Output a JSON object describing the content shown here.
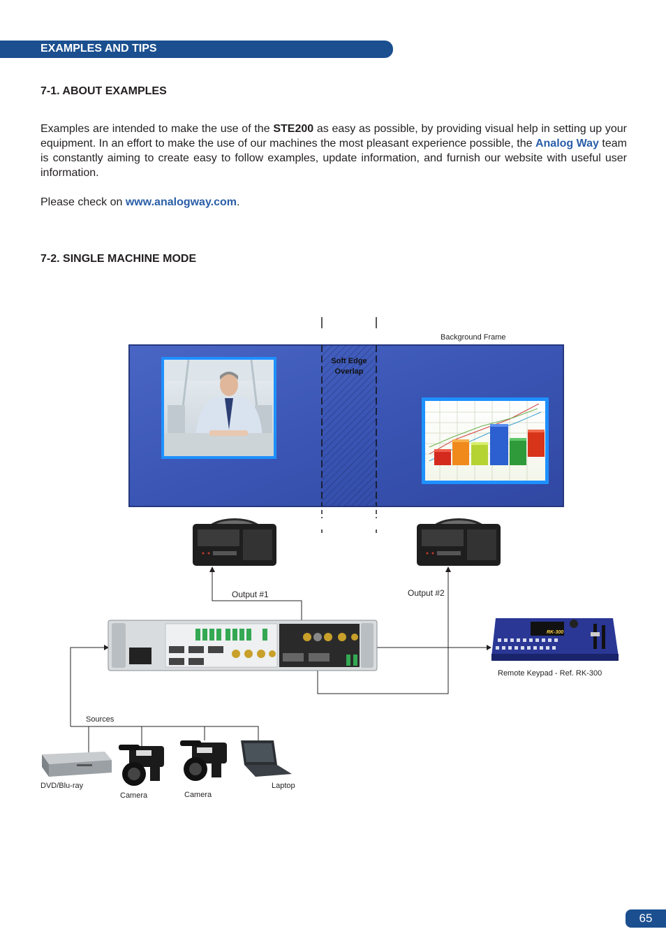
{
  "header": {
    "section_title": "EXAMPLES AND TIPS"
  },
  "section1": {
    "heading": "7-1. ABOUT EXAMPLES",
    "p1_a": "Examples are intended to make the use of the ",
    "p1_product": "STE200",
    "p1_b": " as easy as possible, by providing visual help in setting up your equipment. In an effort to make the use of our machines the most pleasant experience possible, the ",
    "p1_brand": "Analog Way",
    "p1_c": " team is constantly aiming to create easy to follow examples, update information, and furnish our website with useful user information.",
    "p2_a": "Please check on ",
    "p2_link": "www.analogway.com",
    "p2_b": "."
  },
  "section2": {
    "heading": "7-2. SINGLE MACHINE MODE"
  },
  "diagram": {
    "background_frame_label": "Background Frame",
    "overlap_label_1": "Soft Edge",
    "overlap_label_2": "Overlap",
    "output1_label": "Output #1",
    "output2_label": "Output #2",
    "keypad_label": "Remote Keypad - Ref. RK-300",
    "keypad_brand": "RK-300",
    "sources_label": "Sources",
    "source_labels": [
      "DVD/Blu-ray",
      "Camera",
      "Camera",
      "Laptop"
    ],
    "colors": {
      "screen": "#3a55b4",
      "screen_edge": "#2a3f8f",
      "window_border": "#1e90ff",
      "banner": "#1b4f8f"
    }
  },
  "footer": {
    "page_number": "65"
  }
}
